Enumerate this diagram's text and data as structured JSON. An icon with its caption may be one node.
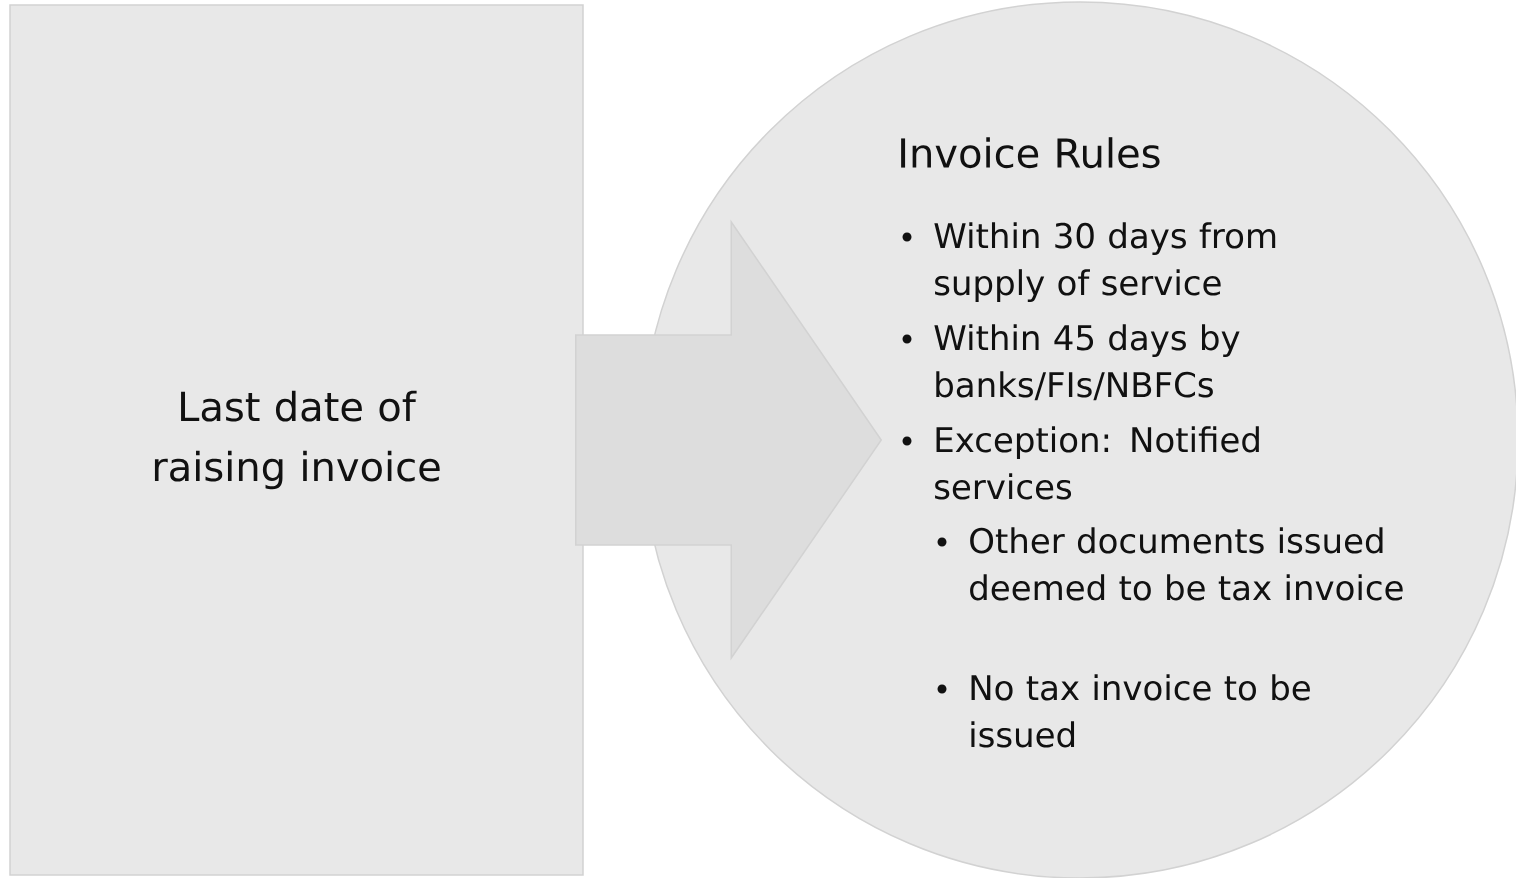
{
  "diagram": {
    "nodes": [
      {
        "text": [
          "Last date of raising invoice"
        ]
      },
      {
        "text": [
          "Invoice Rules",
          "Within 30 days from supply of service",
          "Within 45 days by banks/FIs/NBFCs",
          "Exception: Notified services",
          "Other documents issued deemed to be tax invoice",
          "No tax invoice to be issued"
        ]
      }
    ],
    "edges": [
      {
        "from": 0,
        "to": 1,
        "arrow": "to"
      }
    ]
  }
}
